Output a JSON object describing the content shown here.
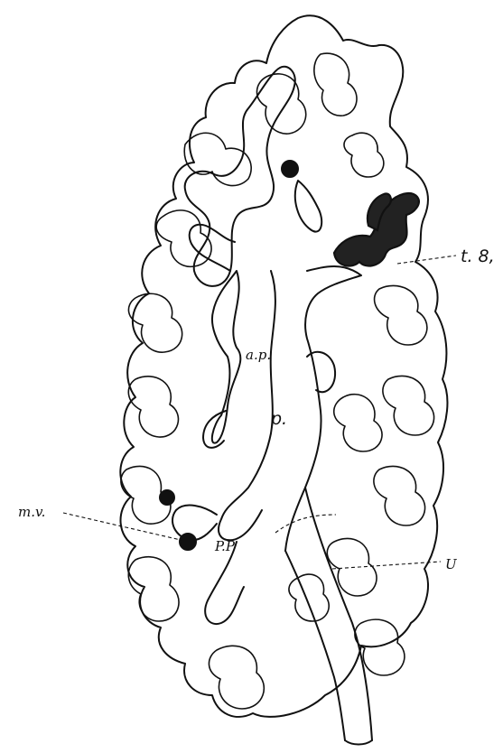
{
  "figure": {
    "labels": {
      "anterior_pelvis": "a.p.",
      "pelvis": "p.",
      "posterior_pelvis": "P.P",
      "t8": "t. 8,",
      "mv": "m.v.",
      "ureter": "U"
    }
  }
}
